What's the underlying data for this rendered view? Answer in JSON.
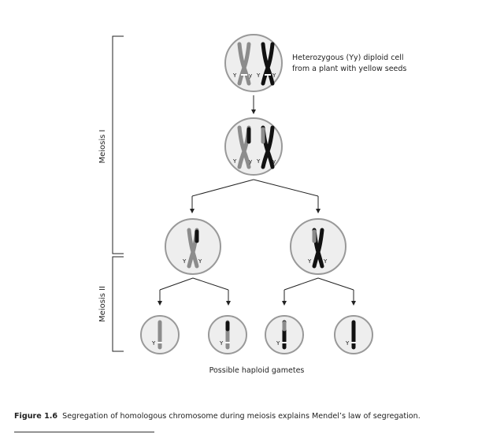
{
  "labels": {
    "parent_cell_line1": "Heterozygous (Yy) diploid cell",
    "parent_cell_line2": "from a plant with yellow seeds",
    "meiosis_1": "Meiosis I",
    "meiosis_2": "Meiosis II",
    "gametes": "Possible haploid gametes"
  },
  "alleles": {
    "c1": [
      "Y",
      "y",
      "Y",
      "Y"
    ],
    "c2": [
      "Y",
      "y",
      "Y",
      "y"
    ],
    "c3": [
      "Y",
      "Y"
    ],
    "c4": [
      "Y",
      "Y"
    ],
    "g1": "Y",
    "g2": "Y",
    "g3": "Y",
    "g4": "Y"
  },
  "caption": {
    "figure": "Figure 1.6",
    "text": "Segregation of homologous chromosome during meiosis explains Mendel’s law of segregation."
  },
  "colors": {
    "circle_fill": "#eeeeee",
    "circle_stroke": "#999999",
    "gray_chromosome": "#8c8c8c",
    "black_chromosome": "#111111",
    "line": "#222222"
  }
}
